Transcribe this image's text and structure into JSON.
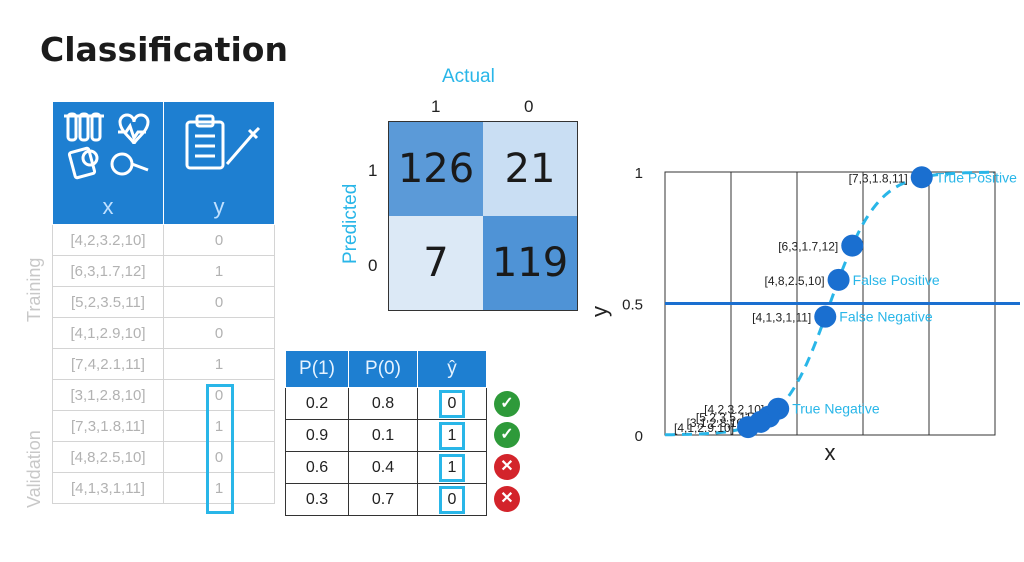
{
  "title": "Classification",
  "data_table": {
    "header_x": "x",
    "header_y": "y",
    "header_x_icons": [
      "test-tubes-icon",
      "heart-rate-icon",
      "scale-icon",
      "tape-measure-icon"
    ],
    "header_y_icons": [
      "clipboard-checklist-icon",
      "syringe-icon"
    ],
    "training_label": "Training",
    "validation_label": "Validation",
    "training_rows": [
      {
        "x": "[4,2,3.2,10]",
        "y": "0"
      },
      {
        "x": "[6,3,1.7,12]",
        "y": "1"
      },
      {
        "x": "[5,2,3.5,11]",
        "y": "0"
      },
      {
        "x": "[4,1,2.9,10]",
        "y": "0"
      },
      {
        "x": "[7,4,2.1,11]",
        "y": "1"
      }
    ],
    "validation_rows": [
      {
        "x": "[3,1,2.8,10]",
        "y": "0"
      },
      {
        "x": "[7,3,1.8,11]",
        "y": "1"
      },
      {
        "x": "[4,8,2.5,10]",
        "y": "0"
      },
      {
        "x": "[4,1,3,1,11]",
        "y": "1"
      }
    ]
  },
  "prob_table": {
    "headers": [
      "P(1)",
      "P(0)",
      "ŷ"
    ],
    "rows": [
      {
        "p1": "0.2",
        "p0": "0.8",
        "yhat": "0",
        "correct": true
      },
      {
        "p1": "0.9",
        "p0": "0.1",
        "yhat": "1",
        "correct": true
      },
      {
        "p1": "0.6",
        "p0": "0.4",
        "yhat": "1",
        "correct": false
      },
      {
        "p1": "0.3",
        "p0": "0.7",
        "yhat": "0",
        "correct": false
      }
    ],
    "check_glyph": "✓",
    "cross_glyph": "✕"
  },
  "confusion_matrix": {
    "actual_label": "Actual",
    "predicted_label": "Predicted",
    "actual_ticks": [
      "1",
      "0"
    ],
    "predicted_ticks": [
      "1",
      "0"
    ],
    "cells": [
      [
        "126",
        "21"
      ],
      [
        "7",
        "119"
      ]
    ],
    "colors": [
      [
        "#5b9ad8",
        "#c9def3"
      ],
      [
        "#dce9f6",
        "#4f93d6"
      ]
    ]
  },
  "plot": {
    "xlabel": "x",
    "ylabel": "y",
    "yticks": [
      "1",
      "0.5",
      "0"
    ],
    "threshold_y": 0.5,
    "points": [
      {
        "y": 0.98,
        "label": "[7,3,1.8,11]",
        "tag": "True Positive"
      },
      {
        "y": 0.72,
        "label": "[6,3,1.7,12]",
        "tag": ""
      },
      {
        "y": 0.59,
        "label": "[4,8,2.5,10]",
        "tag": "False Positive"
      },
      {
        "y": 0.45,
        "label": "[4,1,3,1,11]",
        "tag": "False Negative"
      },
      {
        "y": 0.1,
        "label": "[4,2,3.2,10]",
        "tag": "True Negative"
      },
      {
        "y": 0.07,
        "label": "[5,2,3.5,11]",
        "tag": ""
      },
      {
        "y": 0.05,
        "label": "[3,1,2.8,10]",
        "tag": ""
      },
      {
        "y": 0.03,
        "label": "[4,1,2.9,10]",
        "tag": ""
      }
    ],
    "colors": {
      "point": "#1a6fd0",
      "line": "#1a6fd0",
      "curve": "#29b6e8",
      "tag": "#29b6e8"
    }
  }
}
